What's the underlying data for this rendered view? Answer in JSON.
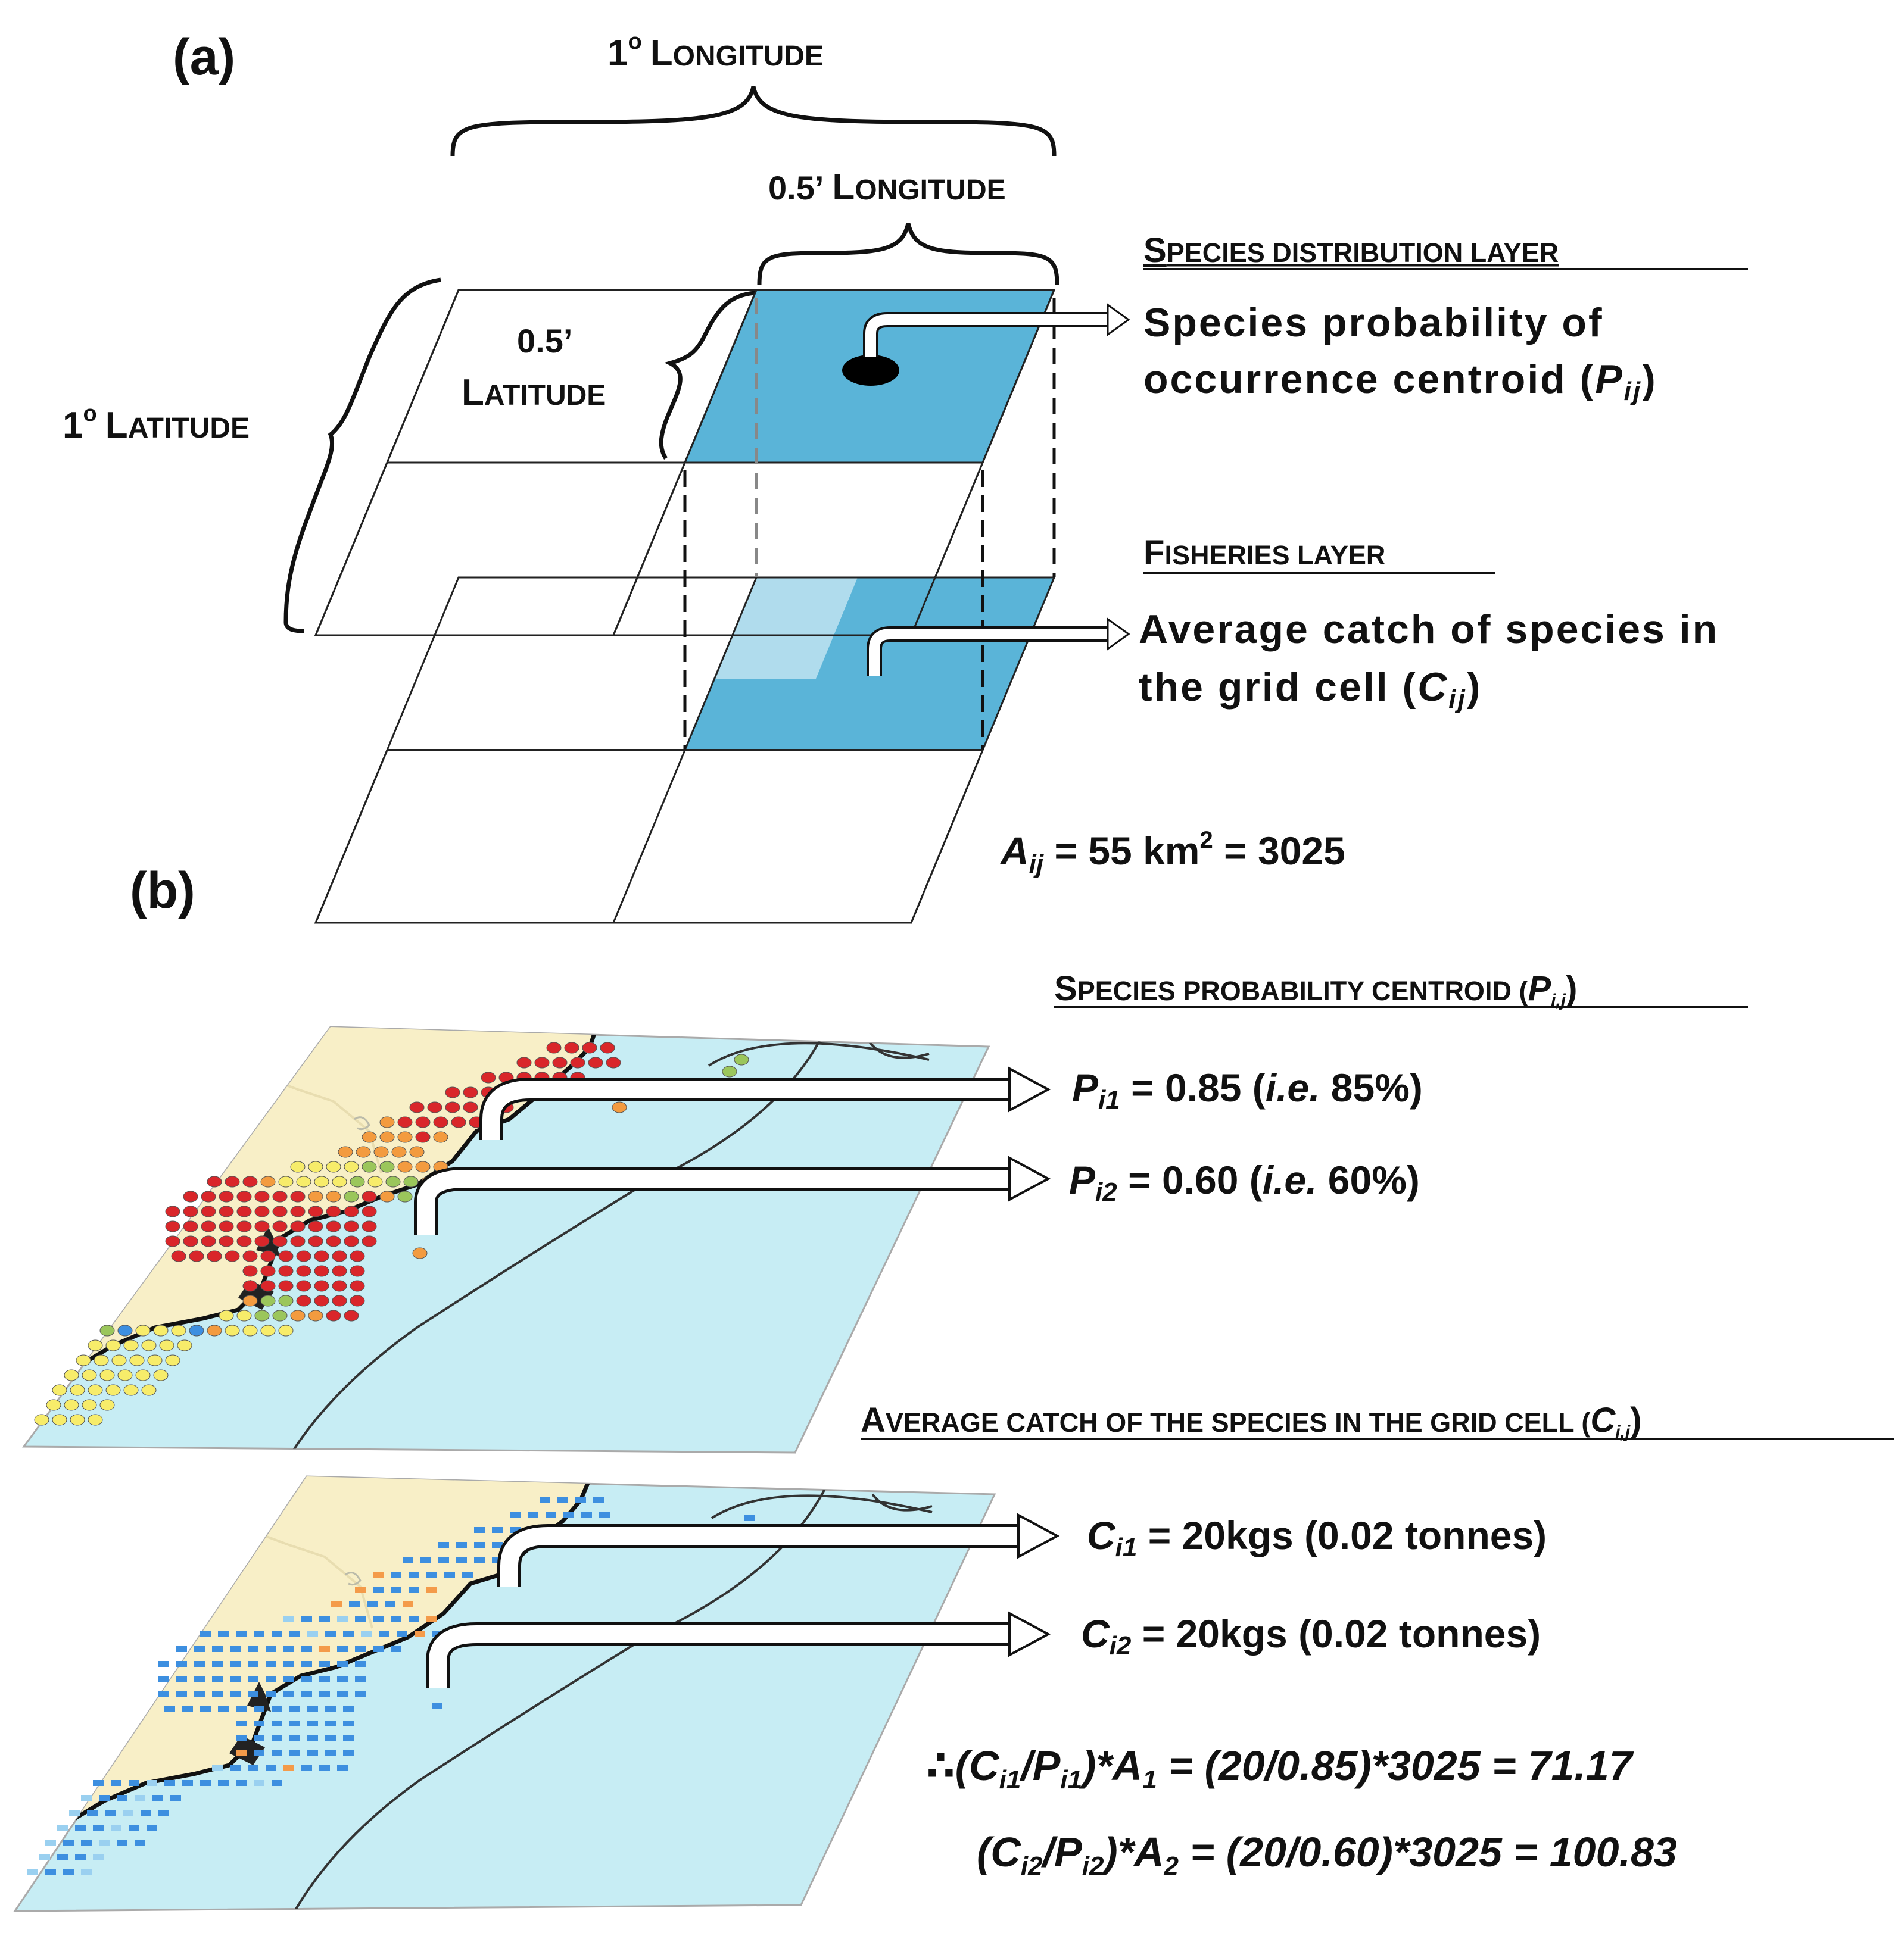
{
  "panel_a": {
    "label": "(a)",
    "lon_1deg": {
      "num": "1",
      "deg": "o",
      "cap": "L",
      "rest": "ONGITUDE"
    },
    "lon_half": {
      "num": "0.5’",
      "cap": "L",
      "rest": "ONGITUDE"
    },
    "lat_1deg": {
      "num": "1",
      "deg": "o",
      "cap": "L",
      "rest": "ATITUDE"
    },
    "lat_half": {
      "num": "0.5’",
      "cap": "L",
      "rest": "ATITUDE"
    },
    "species_layer": {
      "heading_cap": "S",
      "heading_rest": "PECIES DISTRIBUTION LAYER",
      "line1": "Species probability of",
      "line2": "occurrence centroid (",
      "sym": "P",
      "sub": "ij",
      "close": ")"
    },
    "fisheries_layer": {
      "heading_cap": "F",
      "heading_rest": "ISHERIES LAYER",
      "line1": "Average catch of species in",
      "line2": "the grid cell (",
      "sym": "C",
      "sub": "ij",
      "close": ")"
    },
    "area": {
      "sym": "A",
      "sub": "ij",
      "mid": " = 55 km",
      "sup": "2",
      "end": " = 3025"
    }
  },
  "panel_b": {
    "label": "(b)",
    "prob_heading": {
      "cap": "S",
      "rest": "PECIES PROBABILITY CENTROID (",
      "sym": "P",
      "sub": "i,j",
      "close": ")"
    },
    "p1": {
      "sym": "P",
      "sub": "i1",
      "text1": " = 0.85 (",
      "ie": "i.e.",
      "text2": " 85%)"
    },
    "p2": {
      "sym": "P",
      "sub": "i2",
      "text1": " = 0.60 (",
      "ie": "i.e.",
      "text2": " 60%)"
    },
    "catch_heading": {
      "cap": "A",
      "rest": "VERAGE CATCH OF THE SPECIES IN THE GRID CELL (",
      "sym": "C",
      "sub": "i,j",
      "close": ")"
    },
    "c1": {
      "sym": "C",
      "sub": "i1",
      "text": " = 20kgs (0.02 tonnes)"
    },
    "c2": {
      "sym": "C",
      "sub": "i2",
      "text": " =  20kgs (0.02 tonnes)"
    },
    "eq1": {
      "pre": "∴(C",
      "s1": "i1",
      "mid1": "/P",
      "s2": "i1",
      "mid2": ")*A",
      "s3": "1",
      "post": " = (20/0.85)*3025 = 71.17"
    },
    "eq2": {
      "pre": "(C",
      "s1": "i2",
      "mid1": "/P",
      "s2": "i2",
      "mid2": ")*A",
      "s3": "2",
      "post": " = (20/0.60)*3025 = 100.83"
    }
  },
  "colors": {
    "cell_blue": "#5ab4d8",
    "sea": "#c7edf4",
    "land": "#f8efc7",
    "dot_red": "#d9262a",
    "dot_orange": "#f39b3f",
    "dot_yellow": "#f7ec6a",
    "dot_green": "#9bc65b",
    "dot_blue": "#3d8fe0",
    "catch_blue": "#3d8fe0",
    "catch_orange": "#f49b4a",
    "catch_light": "#9ad0f0"
  }
}
